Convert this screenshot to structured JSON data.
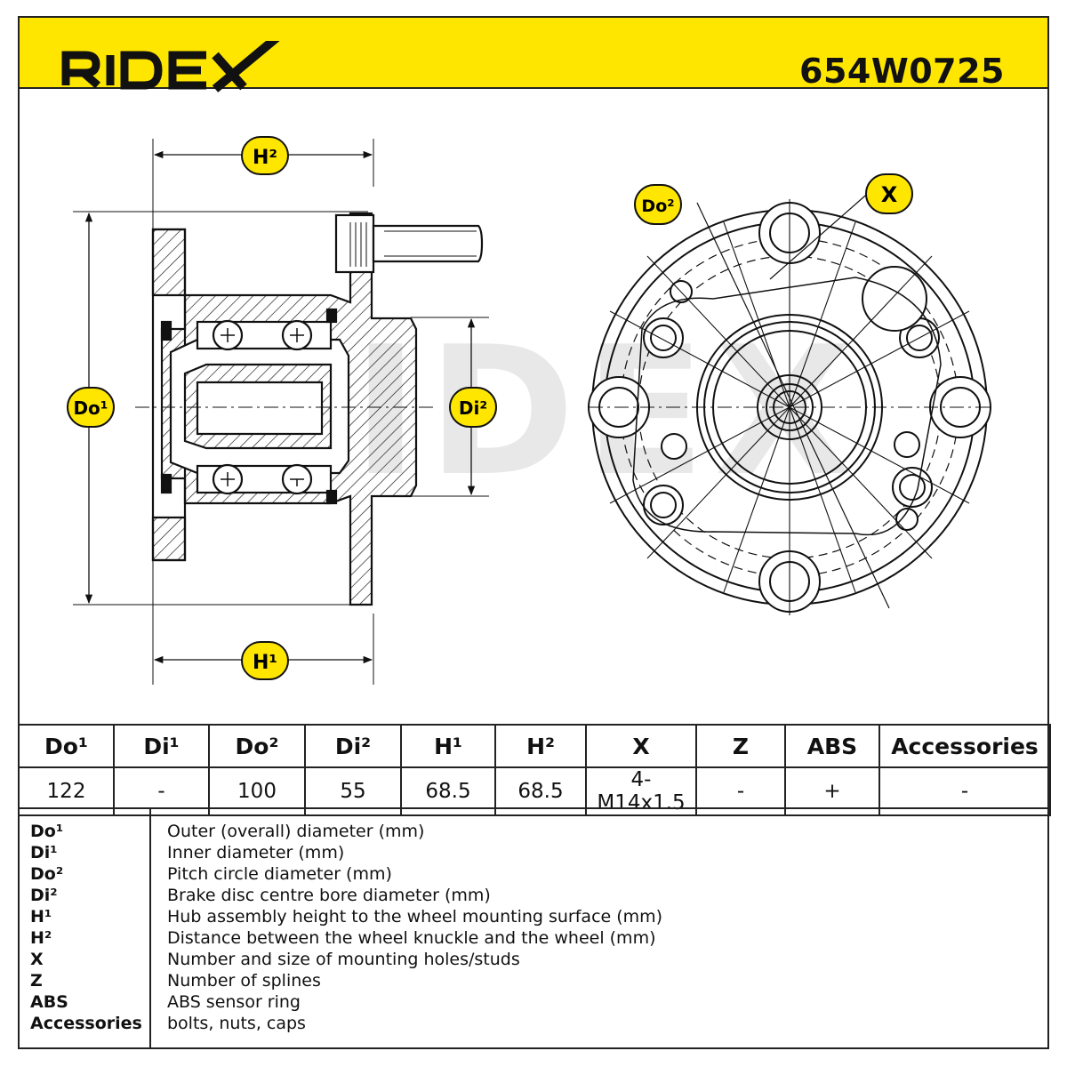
{
  "header": {
    "brand": "RIDEX",
    "part_number": "654W0725",
    "background_color": "#ffe600"
  },
  "watermark": "RIDEX",
  "diagram": {
    "callouts": {
      "h2": "H²",
      "h1": "H¹",
      "do1": "Do¹",
      "di2": "Di²",
      "do2": "Do²",
      "x": "X"
    }
  },
  "table": {
    "headers": [
      "Do¹",
      "Di¹",
      "Do²",
      "Di²",
      "H¹",
      "H²",
      "X",
      "Z",
      "ABS",
      "Accessories"
    ],
    "values": [
      "122",
      "-",
      "100",
      "55",
      "68.5",
      "68.5",
      "4-M14x1.5",
      "-",
      "+",
      "-"
    ]
  },
  "legend": [
    {
      "key": "Do¹",
      "desc": "Outer (overall) diameter (mm)"
    },
    {
      "key": "Di¹",
      "desc": "Inner diameter (mm)"
    },
    {
      "key": "Do²",
      "desc": "Pitch circle diameter (mm)"
    },
    {
      "key": "Di²",
      "desc": "Brake disc centre bore diameter (mm)"
    },
    {
      "key": "H¹",
      "desc": "Hub assembly height to the wheel mounting surface (mm)"
    },
    {
      "key": "H²",
      "desc": "Distance between the wheel knuckle and the wheel (mm)"
    },
    {
      "key": "X",
      "desc": "Number and size of mounting holes/studs"
    },
    {
      "key": "Z",
      "desc": "Number of splines"
    },
    {
      "key": "ABS",
      "desc": "ABS sensor ring"
    },
    {
      "key": "Accessories",
      "desc": "bolts, nuts, caps"
    }
  ]
}
